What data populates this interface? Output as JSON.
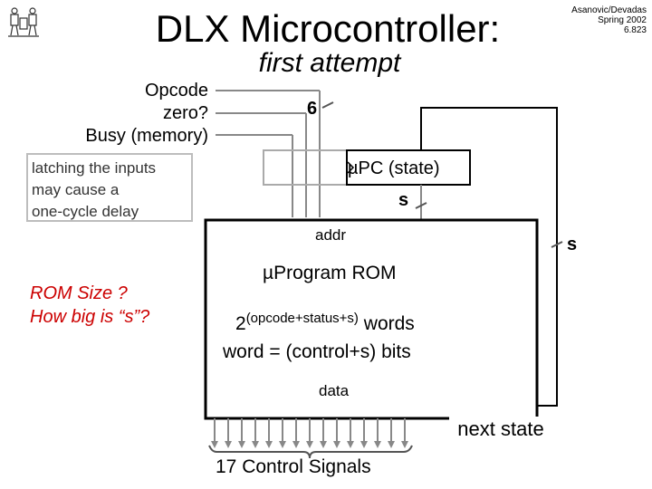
{
  "title": "DLX Microcontroller:",
  "subtitle": "first attempt",
  "credit": [
    "Asanovic/Devadas",
    "Spring 2002",
    "6.823"
  ],
  "inputs": [
    "Opcode",
    "zero?",
    "Busy (memory)"
  ],
  "input_width": "6",
  "note": [
    "latching the inputs",
    "may cause a",
    "one-cycle delay"
  ],
  "rom_question": [
    "ROM Size ?",
    "How big is “s”?"
  ],
  "upc_label": "µPC (state)",
  "state_width": "s",
  "feedback_width": "s",
  "addr_label": "addr",
  "rom_label": "µProgram ROM",
  "words_prefix": "2",
  "words_exponent": "(opcode+status+s)",
  "words_suffix": " words",
  "word_eq": "word = (control+s) bits",
  "data_label": "data",
  "next_state": "next state",
  "control_signals": "17 Control Signals"
}
